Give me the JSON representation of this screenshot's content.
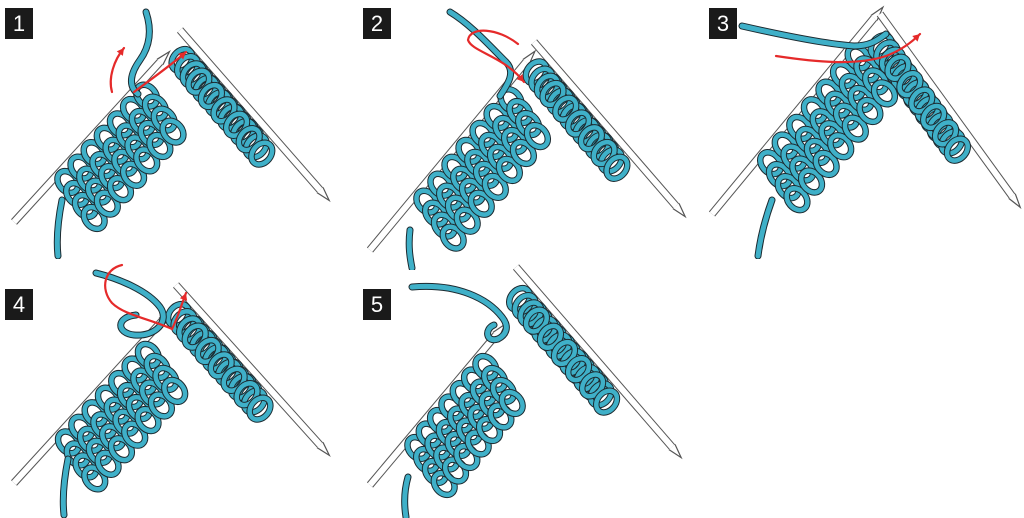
{
  "colors": {
    "yarn": "#3fb0c8",
    "yarn_outline": "#1c2a30",
    "needle_fill": "#ffffff",
    "needle_outline": "#555555",
    "arrow": "#e52a2a",
    "badge_bg": "#1a1a1a",
    "badge_text": "#ffffff"
  },
  "steps": [
    {
      "number": "1"
    },
    {
      "number": "2"
    },
    {
      "number": "3"
    },
    {
      "number": "4"
    },
    {
      "number": "5"
    }
  ]
}
